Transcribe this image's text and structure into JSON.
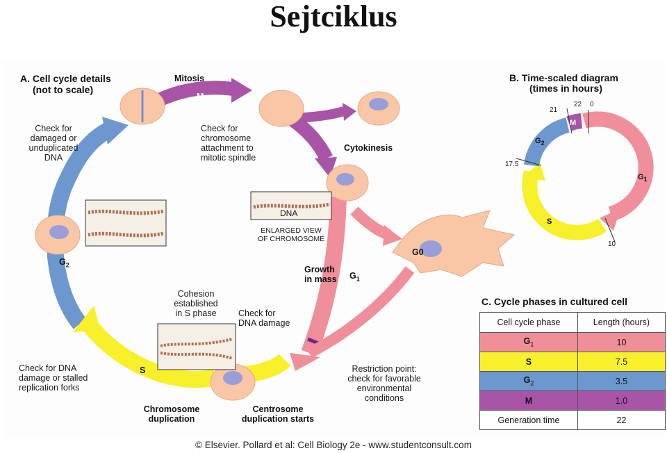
{
  "title": "Sejtciklus",
  "panel_a": {
    "heading_line1": "A. Cell cycle details",
    "heading_line2": "(not to scale)",
    "mitosis": "Mitosis",
    "m_label": "M",
    "g2_label": "G",
    "g2_sub": "2",
    "s_label": "S",
    "g1_label": "G",
    "g1_sub": "1",
    "g0_label": "G0",
    "cytokinesis": "Cytokinesis",
    "check_damaged_1": "Check for",
    "check_damaged_2": "damaged or",
    "check_damaged_3": "unduplicated",
    "check_damaged_4": "DNA",
    "check_chrom_1": "Check for",
    "check_chrom_2": "chromosome",
    "check_chrom_3": "attachment to",
    "check_chrom_4": "mitotic spindle",
    "dna_label": "DNA",
    "enlarged_1": "ENLARGED VIEW",
    "enlarged_2": "OF CHROMOSOME",
    "growth_1": "Growth",
    "growth_2": "in mass",
    "cohesion_1": "Cohesion",
    "cohesion_2": "established",
    "cohesion_3": "in S phase",
    "check_dna_damage_1": "Check for",
    "check_dna_damage_2": "DNA damage",
    "check_stalled_1": "Check for DNA",
    "check_stalled_2": "damage or stalled",
    "check_stalled_3": "replication forks",
    "chrom_dup_1": "Chromosome",
    "chrom_dup_2": "duplication",
    "centro_1": "Centrosome",
    "centro_2": "duplication starts",
    "restriction_1": "Restriction point:",
    "restriction_2": "check for favorable",
    "restriction_3": "environmental",
    "restriction_4": "conditions"
  },
  "panel_b": {
    "heading_line1": "B. Time-scaled diagram",
    "heading_line2": "(times in hours)",
    "tick_0": "0",
    "tick_22": "22",
    "tick_21": "21",
    "tick_17_5": "17.5",
    "tick_10": "10",
    "m": "M",
    "g2": "G",
    "g2_sub": "2",
    "g1": "G",
    "g1_sub": "1",
    "s": "S"
  },
  "panel_c": {
    "heading": "C. Cycle phases in cultured cell",
    "col_phase": "Cell cycle phase",
    "col_length": "Length (hours)",
    "rows": [
      {
        "phase": "G",
        "sub": "1",
        "length": "10",
        "color": "#f08f99"
      },
      {
        "phase": "S",
        "sub": "",
        "length": "7.5",
        "color": "#f7f02a"
      },
      {
        "phase": "G",
        "sub": "2",
        "length": "3.5",
        "color": "#6d98cf"
      },
      {
        "phase": "M",
        "sub": "",
        "length": "1.0",
        "color": "#a855a8"
      }
    ],
    "gen_label": "Generation time",
    "gen_value": "22"
  },
  "colors": {
    "g1": "#f08f99",
    "s": "#f7f02a",
    "g2": "#6d98cf",
    "m": "#a855a8",
    "cell": "#f9c7a6"
  },
  "credit": "© Elsevier. Pollard et al: Cell Biology 2e - www.studentconsult.com"
}
